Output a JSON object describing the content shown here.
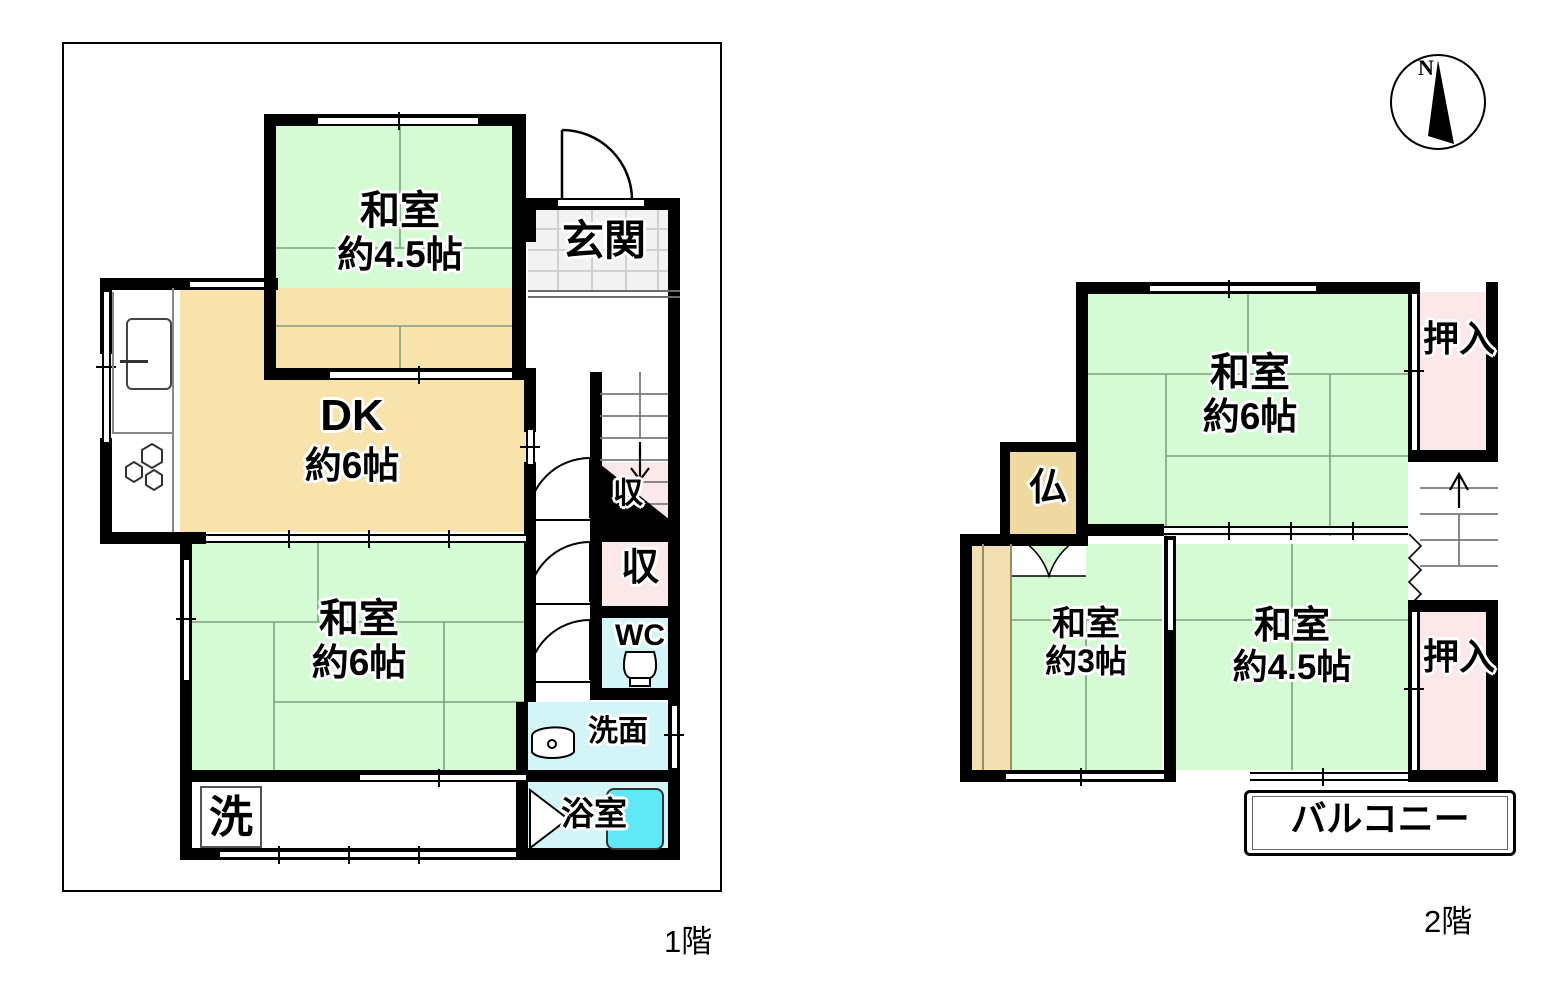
{
  "document": {
    "type": "floor-plan",
    "language": "ja",
    "floors": [
      {
        "id": "floor1",
        "label": "1階",
        "rooms": [
          {
            "name": "和室",
            "size": "約4.5帖",
            "kind": "tatami"
          },
          {
            "name": "DK",
            "size": "約6帖",
            "kind": "kitchen-dining"
          },
          {
            "name": "和室",
            "size": "約6帖",
            "kind": "tatami"
          },
          {
            "name": "玄関",
            "size": "",
            "kind": "entrance"
          },
          {
            "name": "収",
            "size": "",
            "kind": "storage"
          },
          {
            "name": "収",
            "size": "",
            "kind": "storage"
          },
          {
            "name": "WC",
            "size": "",
            "kind": "toilet"
          },
          {
            "name": "洗面",
            "size": "",
            "kind": "washbasin"
          },
          {
            "name": "浴室",
            "size": "",
            "kind": "bath"
          },
          {
            "name": "洗",
            "size": "",
            "kind": "laundry"
          }
        ]
      },
      {
        "id": "floor2",
        "label": "2階",
        "rooms": [
          {
            "name": "和室",
            "size": "約6帖",
            "kind": "tatami"
          },
          {
            "name": "和室",
            "size": "約3帖",
            "kind": "tatami"
          },
          {
            "name": "和室",
            "size": "約4.5帖",
            "kind": "tatami"
          },
          {
            "name": "押入",
            "size": "",
            "kind": "closet"
          },
          {
            "name": "押入",
            "size": "",
            "kind": "closet"
          },
          {
            "name": "仏",
            "size": "",
            "kind": "altar"
          },
          {
            "name": "バルコニー",
            "size": "",
            "kind": "balcony"
          }
        ]
      }
    ]
  },
  "floor1": {
    "label": "1階",
    "washitsu_45": {
      "name": "和室",
      "size": "約4.5帖"
    },
    "dk": {
      "name": "DK",
      "size": "約6帖"
    },
    "washitsu_6": {
      "name": "和室",
      "size": "約6帖"
    },
    "genkan": {
      "name": "玄関"
    },
    "storage_a": {
      "name": "収"
    },
    "storage_b": {
      "name": "収"
    },
    "wc": {
      "name": "WC"
    },
    "senmen": {
      "name": "洗面"
    },
    "yokushitsu": {
      "name": "浴室"
    },
    "sen": {
      "name": "洗"
    }
  },
  "floor2": {
    "label": "2階",
    "washitsu_6": {
      "name": "和室",
      "size": "約6帖"
    },
    "washitsu_3": {
      "name": "和室",
      "size": "約3帖"
    },
    "washitsu_45": {
      "name": "和室",
      "size": "約4.5帖"
    },
    "oshiire_top": {
      "name": "押入"
    },
    "oshiire_bottom": {
      "name": "押入"
    },
    "butsuma": {
      "name": "仏"
    },
    "balcony": {
      "name": "バルコニー"
    }
  },
  "compass": {
    "north_label": "N"
  },
  "colors": {
    "tatami": "#d5fbd5",
    "kitchen": "#f7e3ab",
    "closet": "#fbe9e9",
    "water": "#d4f5f7",
    "bathtub": "#5fe8f5",
    "altar": "#f0d9a0",
    "engawa": "#f2e0b4",
    "genkan": "#f2f2f2",
    "wall": "#000000",
    "background": "#ffffff"
  }
}
